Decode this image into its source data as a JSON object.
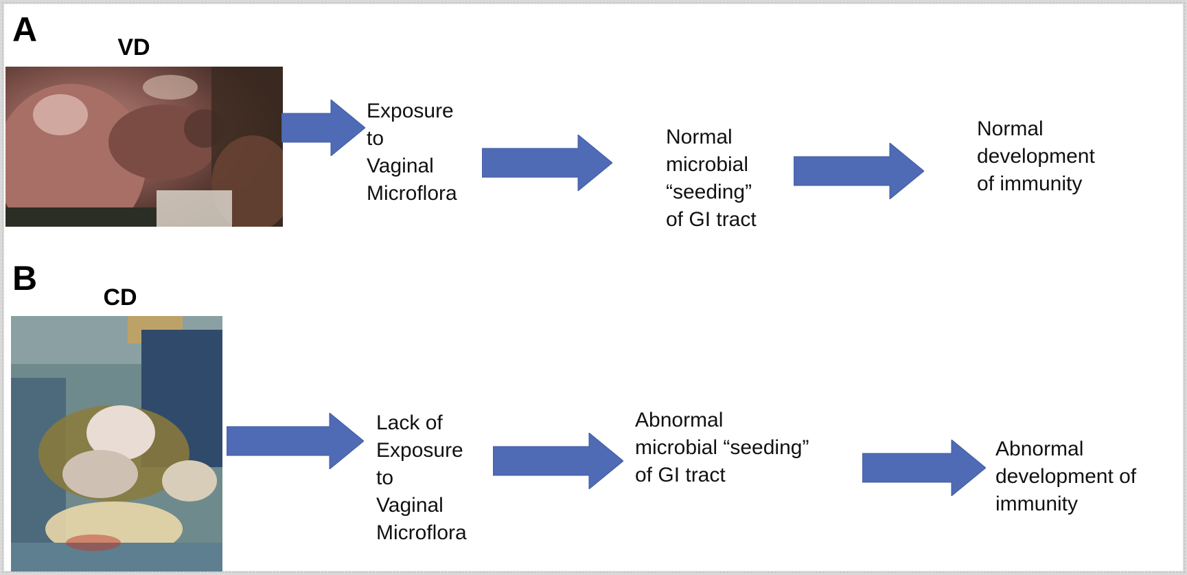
{
  "panels": [
    {
      "letter": "A",
      "photo_label": "VD",
      "steps": [
        [
          "Exposure",
          "to",
          "Vaginal",
          "Microflora"
        ],
        [
          "Normal",
          "microbial",
          "“seeding”",
          "of GI tract"
        ],
        [
          "Normal",
          "development",
          "of immunity"
        ]
      ]
    },
    {
      "letter": "B",
      "photo_label": "CD",
      "steps": [
        [
          "Lack of",
          "Exposure",
          "to",
          "Vaginal",
          "Microflora"
        ],
        [
          "Abnormal",
          "microbial “seeding”",
          "of GI tract"
        ],
        [
          "Abnormal",
          "development of",
          "immunity"
        ]
      ]
    }
  ],
  "colors": {
    "arrow": "#4f6bb5",
    "arrow_edge": "#3f5aa0"
  }
}
